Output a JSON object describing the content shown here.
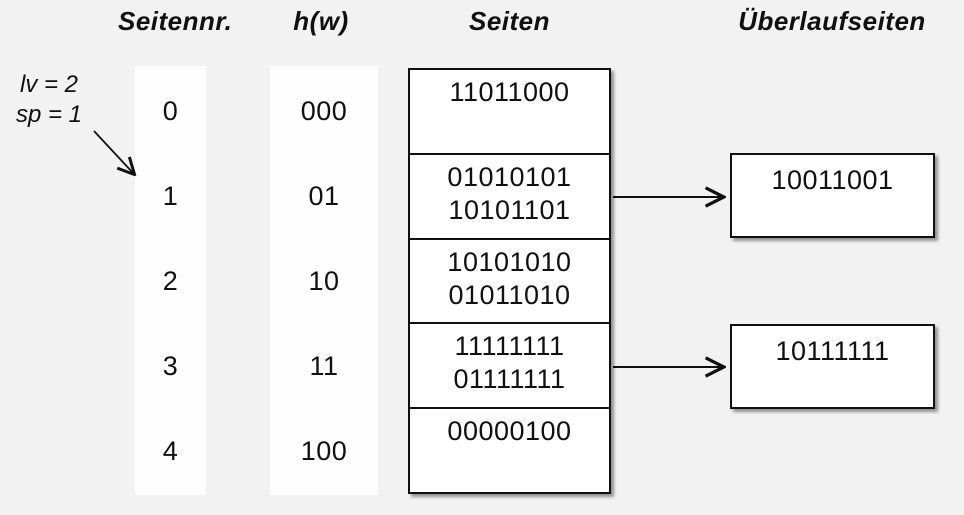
{
  "headers": {
    "seitennr": "Seitennr.",
    "hw": "h(w)",
    "seiten": "Seiten",
    "ueberlaufseiten": "Überlaufseiten"
  },
  "annotation": {
    "line1": "lv = 2",
    "line2": "sp = 1"
  },
  "table": {
    "rows": [
      {
        "nr": "0",
        "h": "000",
        "page": [
          "11011000"
        ]
      },
      {
        "nr": "1",
        "h": "01",
        "page": [
          "01010101",
          "10101101"
        ],
        "overflow": "10011001"
      },
      {
        "nr": "2",
        "h": "10",
        "page": [
          "10101010",
          "01011010"
        ]
      },
      {
        "nr": "3",
        "h": "11",
        "page": [
          "11111111",
          "01111111"
        ],
        "overflow": "10111111"
      },
      {
        "nr": "4",
        "h": "100",
        "page": [
          "00000100"
        ]
      }
    ]
  },
  "colors": {
    "background": "#f2f2f3",
    "box_fill": "#ffffff",
    "line": "#101010"
  }
}
